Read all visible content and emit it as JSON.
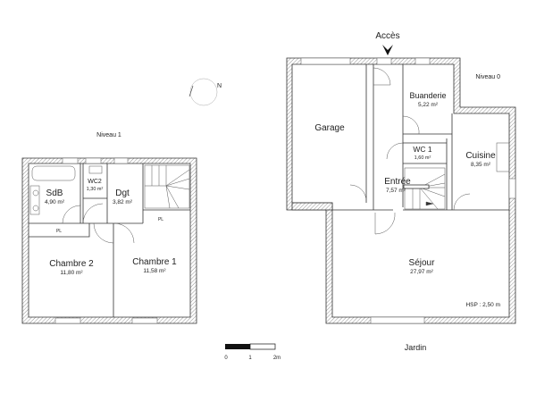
{
  "level1": {
    "label": "Niveau 1",
    "rooms": [
      {
        "name": "SdB",
        "area": "4,90 m²"
      },
      {
        "name": "WC2",
        "area": "1,30 m²"
      },
      {
        "name": "Dgt",
        "area": "3,82 m²"
      },
      {
        "name": "Chambre 2",
        "area": "11,80 m²"
      },
      {
        "name": "Chambre 1",
        "area": "11,58 m²"
      }
    ],
    "closets": [
      "PL",
      "PL"
    ]
  },
  "level0": {
    "label": "Niveau 0",
    "access": "Accès",
    "rooms": [
      {
        "name": "Garage",
        "area": ""
      },
      {
        "name": "Buanderie",
        "area": "5,22 m²"
      },
      {
        "name": "WC 1",
        "area": "1,60 m²"
      },
      {
        "name": "Cuisine",
        "area": "8,35 m²"
      },
      {
        "name": "Entrée",
        "area": "7,57 m²"
      },
      {
        "name": "Séjour",
        "area": "27,97 m²"
      }
    ],
    "ceiling_height": "HSP : 2,50 m",
    "garden": "Jardin"
  },
  "scale": {
    "labels": [
      "0",
      "1",
      "2m"
    ]
  },
  "compass": {
    "icon": "north-arrow-icon"
  }
}
